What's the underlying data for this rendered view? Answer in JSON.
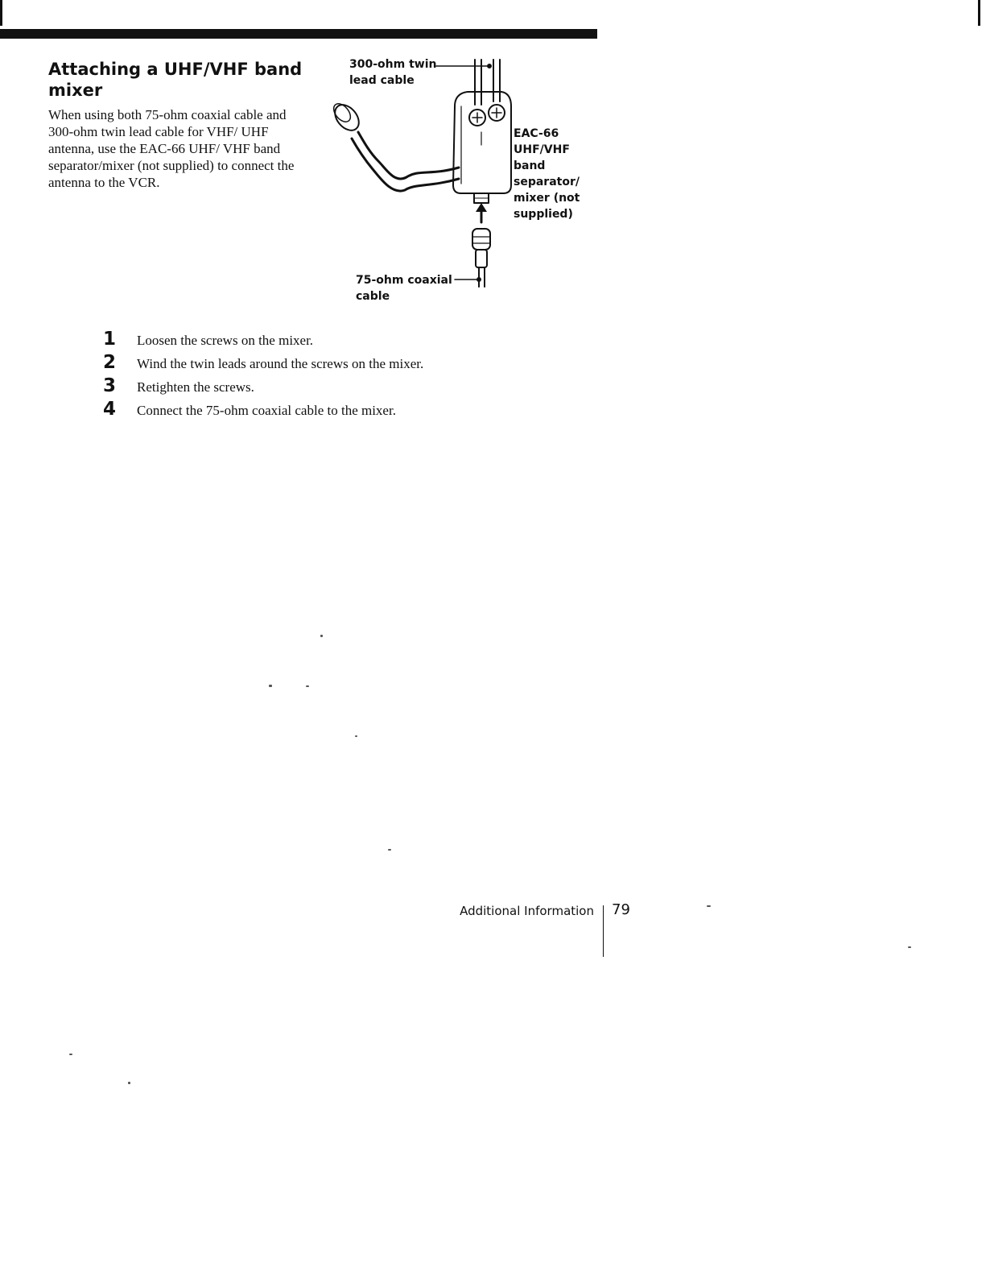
{
  "document": {
    "section_title": "Attaching a UHF/VHF band mixer",
    "intro": "When using both 75-ohm coaxial cable and 300-ohm twin lead cable for VHF/ UHF antenna, use the EAC-66 UHF/ VHF band separator/mixer (not supplied) to connect the antenna to the VCR.",
    "figure": {
      "label_twin_lead": "300-ohm twin lead cable",
      "label_mixer": "EAC-66 UHF/VHF band separator/ mixer (not supplied)",
      "label_coaxial": "75-ohm coaxial cable"
    },
    "steps": [
      {
        "number": "1",
        "text": "Loosen the screws on the mixer."
      },
      {
        "number": "2",
        "text": "Wind the twin leads around the screws on the mixer."
      },
      {
        "number": "3",
        "text": "Retighten the screws."
      },
      {
        "number": "4",
        "text": "Connect the 75-ohm coaxial cable to the mixer."
      }
    ],
    "footer": {
      "section": "Additional Information",
      "page_number": "79"
    }
  }
}
